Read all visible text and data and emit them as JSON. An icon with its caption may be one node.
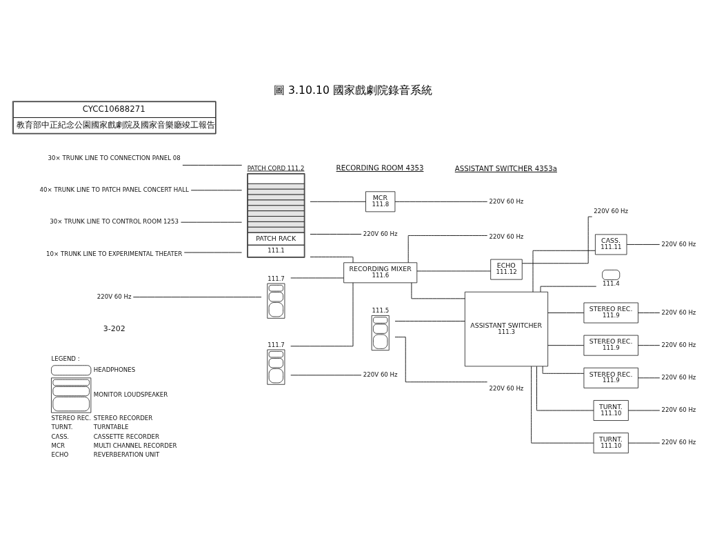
{
  "diagram": {
    "title": "圖 3.10.10 國家戲劇院錄音系統",
    "nodes": [
      {
        "text": [
          "30× TRUNK LINE TO CONNECTION PANEL 08"
        ]
      },
      {
        "text": [
          "40× TRUNK LINE TO PATCH PANEL CONCERT HALL"
        ]
      },
      {
        "text": [
          "30× TRUNK LINE TO CONTROL ROOM 1253"
        ]
      },
      {
        "text": [
          "10× TRUNK LINE TO EXPERIMENTAL THEATER"
        ]
      },
      {
        "text": [
          "PATCH RACK",
          "111.1"
        ],
        "beside": [
          "PATCH CORD 111.2"
        ]
      },
      {
        "text": [
          "220V 60 Hz"
        ]
      },
      {
        "text": [
          "111.7"
        ]
      },
      {
        "text": [
          "220V 60 Hz"
        ]
      },
      {
        "text": [
          "111.7"
        ]
      },
      {
        "text": [
          "220V 60 Hz"
        ]
      },
      {
        "text": [
          "RECORDING MIXER",
          "111.6"
        ]
      },
      {
        "text": [
          "220V 60 Hz"
        ]
      },
      {
        "text": [
          "MCR",
          "111.8"
        ]
      },
      {
        "text": [
          "220V 60 Hz"
        ]
      },
      {
        "text": [
          "ECHO",
          "111.12"
        ]
      },
      {
        "text": [
          "220V 60 Hz"
        ]
      },
      {
        "text": [
          "111.5"
        ]
      },
      {
        "text": [
          "220V 60 Hz"
        ]
      },
      {
        "text": [
          "ASSISTANT SWITCHER",
          "111.3"
        ]
      },
      {
        "text": [
          "111.4"
        ]
      },
      {
        "text": [
          "STEREO REC.",
          "111.9"
        ]
      },
      {
        "text": [
          "220V 60 Hz"
        ]
      },
      {
        "text": [
          "STEREO REC.",
          "111.9"
        ]
      },
      {
        "text": [
          "220V 60 Hz"
        ]
      },
      {
        "text": [
          "STEREO REC.",
          "111.9"
        ]
      },
      {
        "text": [
          "220V 60 Hz"
        ]
      },
      {
        "text": [
          "TURNT.",
          "111.10"
        ]
      },
      {
        "text": [
          "220V 60 Hz"
        ]
      },
      {
        "text": [
          "TURNT.",
          "111.10"
        ]
      },
      {
        "text": [
          "220V 60 Hz"
        ]
      },
      {
        "text": [
          "CASS.",
          "111.11"
        ]
      },
      {
        "text": [
          "220V 60 Hz"
        ]
      }
    ],
    "edges": [
      {
        "from": 0,
        "to": 4,
        "arrow": "none"
      },
      {
        "from": 1,
        "to": 4,
        "arrow": "none"
      },
      {
        "from": 2,
        "to": 4,
        "arrow": "none"
      },
      {
        "from": 3,
        "to": 4,
        "arrow": "none"
      },
      {
        "from": 4,
        "to": 5,
        "arrow": "none"
      },
      {
        "from": 4,
        "to": 10,
        "arrow": "none"
      },
      {
        "from": 4,
        "to": 12,
        "arrow": "none"
      },
      {
        "from": 12,
        "to": 13,
        "arrow": "none"
      },
      {
        "from": 7,
        "to": 6,
        "arrow": "none"
      },
      {
        "from": 6,
        "to": 10,
        "arrow": "none"
      },
      {
        "from": 8,
        "to": 10,
        "arrow": "none"
      },
      {
        "from": 8,
        "to": 9,
        "arrow": "none"
      },
      {
        "from": 10,
        "to": 11,
        "arrow": "none"
      },
      {
        "from": 10,
        "to": 14,
        "arrow": "none"
      },
      {
        "from": 14,
        "to": 15,
        "arrow": "none"
      },
      {
        "from": 10,
        "to": 18,
        "arrow": "none"
      },
      {
        "from": 16,
        "to": 18,
        "arrow": "none"
      },
      {
        "from": 16,
        "to": 17,
        "arrow": "none"
      },
      {
        "from": 18,
        "to": 19,
        "arrow": "none"
      },
      {
        "from": 18,
        "to": 20,
        "arrow": "none"
      },
      {
        "from": 20,
        "to": 21,
        "arrow": "none"
      },
      {
        "from": 18,
        "to": 22,
        "arrow": "none"
      },
      {
        "from": 22,
        "to": 23,
        "arrow": "none"
      },
      {
        "from": 18,
        "to": 24,
        "arrow": "none"
      },
      {
        "from": 24,
        "to": 25,
        "arrow": "none"
      },
      {
        "from": 18,
        "to": 26,
        "arrow": "none"
      },
      {
        "from": 26,
        "to": 27,
        "arrow": "none"
      },
      {
        "from": 18,
        "to": 28,
        "arrow": "none"
      },
      {
        "from": 28,
        "to": 29,
        "arrow": "none"
      },
      {
        "from": 18,
        "to": 30,
        "arrow": "none"
      },
      {
        "from": 30,
        "to": 31,
        "arrow": "none"
      }
    ],
    "labels": [
      "LEGEND :",
      "STEREO REC.",
      "STEREO RECORDER",
      "TURNT.",
      "TURNTABLE",
      "CASS.",
      "CASSETTE RECORDER",
      "MCR",
      "MULTI CHANNEL RECORDER",
      "ECHO",
      "REVERBERATION UNIT",
      "RECORDING ROOM 4353",
      "ASSISTANT SWITCHER 4353a",
      "3-202",
      "CYCC10688271",
      "教育部中正紀念公園國家戲劇院及國家音樂廳竣工報告"
    ],
    "legend": [
      {
        "text": "HEADPHONES"
      },
      {
        "text": "MONITOR LOUDSPEAKER"
      }
    ]
  }
}
